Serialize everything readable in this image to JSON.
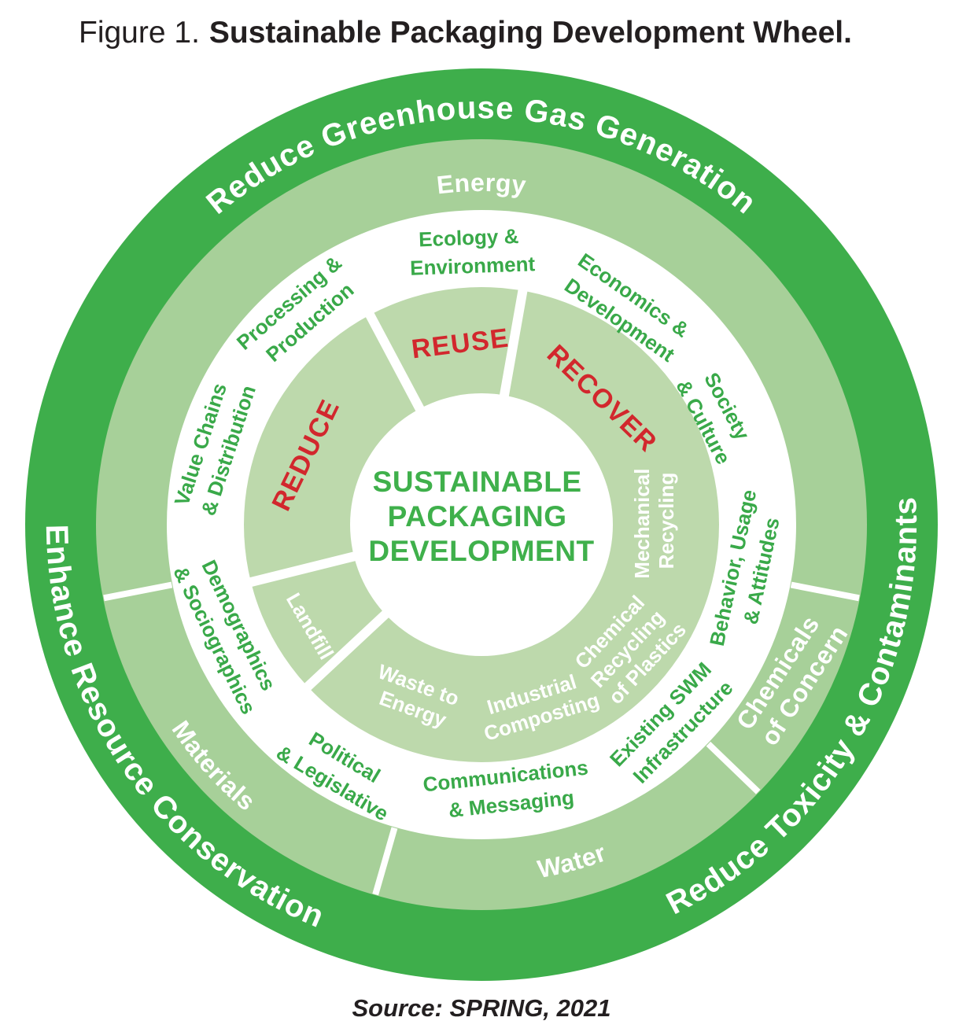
{
  "title": {
    "prefix": "Figure 1.",
    "main": "Sustainable Packaging Development Wheel."
  },
  "source_note": "Source: SPRING, 2021",
  "colors": {
    "outer-ring": "#3eae4b",
    "mid-ring": "#a7d099",
    "strategy-ring": "#bdd9ac",
    "white": "#ffffff",
    "green-text": "#39a949",
    "red-text": "#d2272d",
    "center-text": "#3fb04b",
    "ink": "#231f20"
  },
  "wheel": {
    "center": {
      "lines": [
        "SUSTAINABLE",
        "PACKAGING",
        "DEVELOPMENT"
      ]
    },
    "outer_ring_labels": {
      "top": "Reduce Greenhouse Gas Generation",
      "right": "Reduce Toxicity & Contaminants",
      "left": "Enhance Resource Conservation"
    },
    "mid_ring_labels": {
      "energy": "Energy",
      "water": "Water",
      "materials": "Materials",
      "chemicals": {
        "lines": [
          "Chemicals",
          "of Concern"
        ]
      }
    },
    "categories": [
      {
        "lines": [
          "Ecology &",
          "Environment"
        ]
      },
      {
        "lines": [
          "Economics &",
          "Development"
        ]
      },
      {
        "lines": [
          "Society",
          "& Culture"
        ]
      },
      {
        "lines": [
          "Behavior, Usage",
          "& Attitudes"
        ]
      },
      {
        "lines": [
          "Existing SWM",
          "Infrastructure"
        ]
      },
      {
        "lines": [
          "Communications",
          "& Messaging"
        ]
      },
      {
        "lines": [
          "Political",
          "& Legislative"
        ]
      },
      {
        "lines": [
          "Demographics",
          "& Sociographics"
        ]
      },
      {
        "lines": [
          "Value Chains",
          "& Distribution"
        ]
      },
      {
        "lines": [
          "Processing &",
          "Production"
        ]
      }
    ],
    "strategies": {
      "reduce": "REDUCE",
      "reuse": "REUSE",
      "recover": "RECOVER"
    },
    "disposal_paths": [
      {
        "lines": [
          "Mechanical",
          "Recycling"
        ]
      },
      {
        "lines": [
          "Chemical",
          "Recycling",
          "of Plastics"
        ]
      },
      {
        "lines": [
          "Industrial",
          "Composting"
        ]
      },
      {
        "lines": [
          "Waste to",
          "Energy"
        ]
      },
      {
        "lines": [
          "Landfill"
        ]
      }
    ]
  }
}
